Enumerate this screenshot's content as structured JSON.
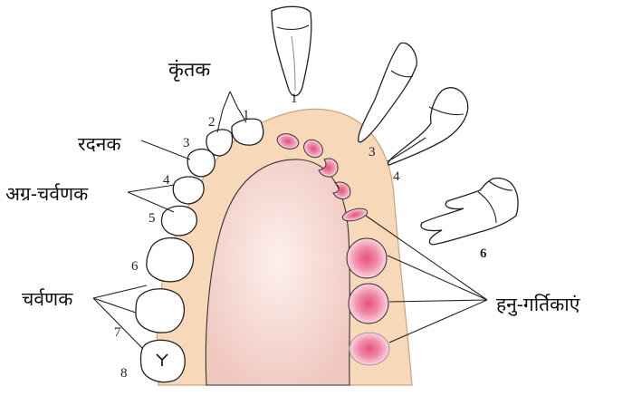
{
  "labels": {
    "incisor": "कृंतक",
    "canine": "रदनक",
    "premolar": "अग्र-चर्वणक",
    "molar": "चर्वणक",
    "sockets": "हनु-गर्तिकाएं"
  },
  "numbers": {
    "n1a": "1",
    "n2": "2",
    "n3": "3",
    "n4": "4",
    "n5": "5",
    "n6": "6",
    "n7": "7",
    "n8": "8",
    "side1": "1",
    "side3": "3",
    "side4": "4",
    "side6": "6"
  },
  "colors": {
    "gum": "#f7d8b8",
    "gum_stroke": "#c9a37c",
    "palate": "#f2c9c2",
    "socket": "#e9547c",
    "outline": "#222222"
  }
}
